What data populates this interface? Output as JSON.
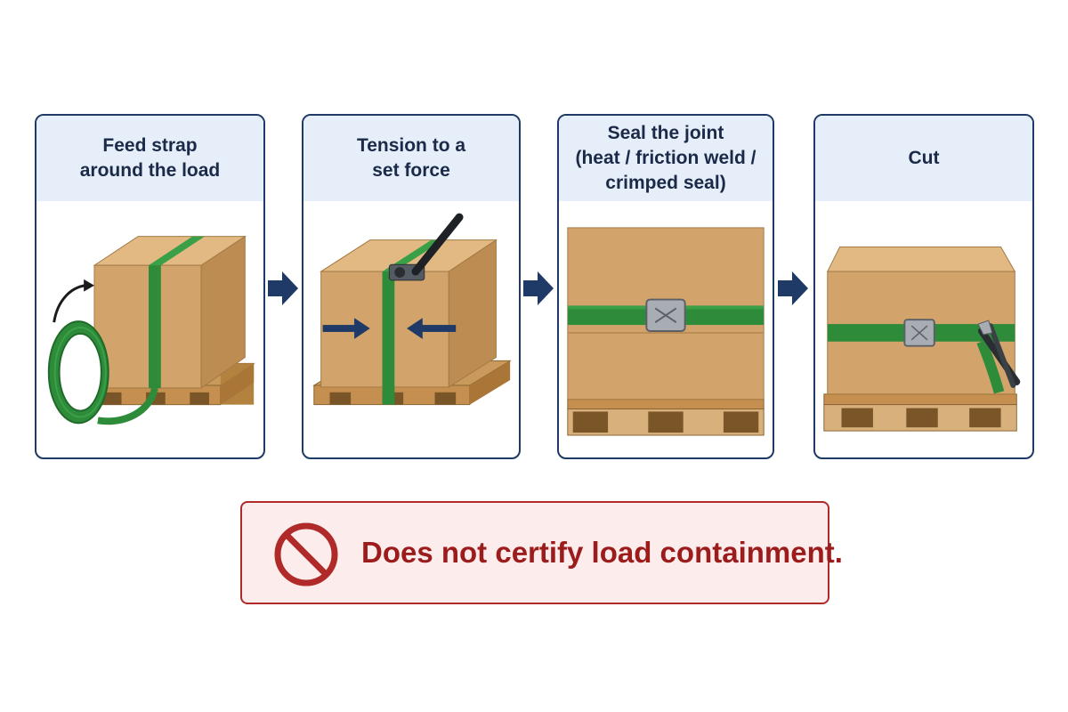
{
  "colors": {
    "panel_border": "#1f3a66",
    "header_bg": "#e6eef9",
    "arrow": "#1f3a66",
    "strap": "#2e8b3a",
    "cardboard": "#d2a46b",
    "pallet": "#c99a5b",
    "warning_border": "#b02a2a",
    "warning_bg": "#fdecec",
    "warning_text": "#9c1c1c"
  },
  "steps": [
    {
      "title": "Feed strap\naround the load",
      "icon": "strap-coil-feed-icon"
    },
    {
      "title": "Tension to a\nset force",
      "icon": "tensioner-tool-icon"
    },
    {
      "title": "Seal the joint\n(heat / friction weld /\ncrimped seal)",
      "icon": "seal-clip-icon"
    },
    {
      "title": "Cut",
      "icon": "cutter-icon"
    }
  ],
  "warning": {
    "text": "Does not certify load containment.",
    "icon": "prohibited-icon"
  }
}
